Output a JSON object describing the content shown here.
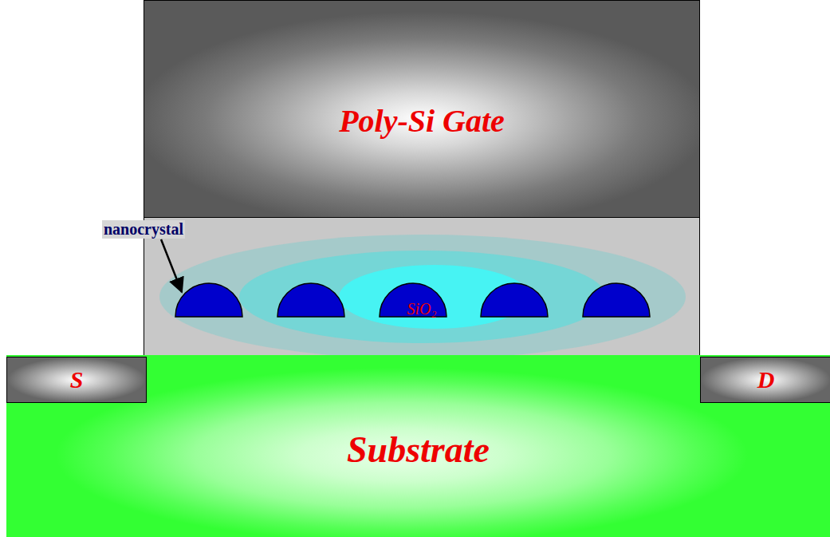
{
  "diagram": {
    "nodes": [
      {
        "text": [
          "Poly-Si Gate"
        ]
      },
      {
        "text": [
          "SiO₂"
        ]
      },
      {
        "text": [
          "Substrate"
        ]
      },
      {
        "text": [
          "S"
        ],
        "in": 2
      },
      {
        "text": [
          "D"
        ],
        "in": 2
      }
    ],
    "labels": [
      "nanocrystal"
    ]
  }
}
